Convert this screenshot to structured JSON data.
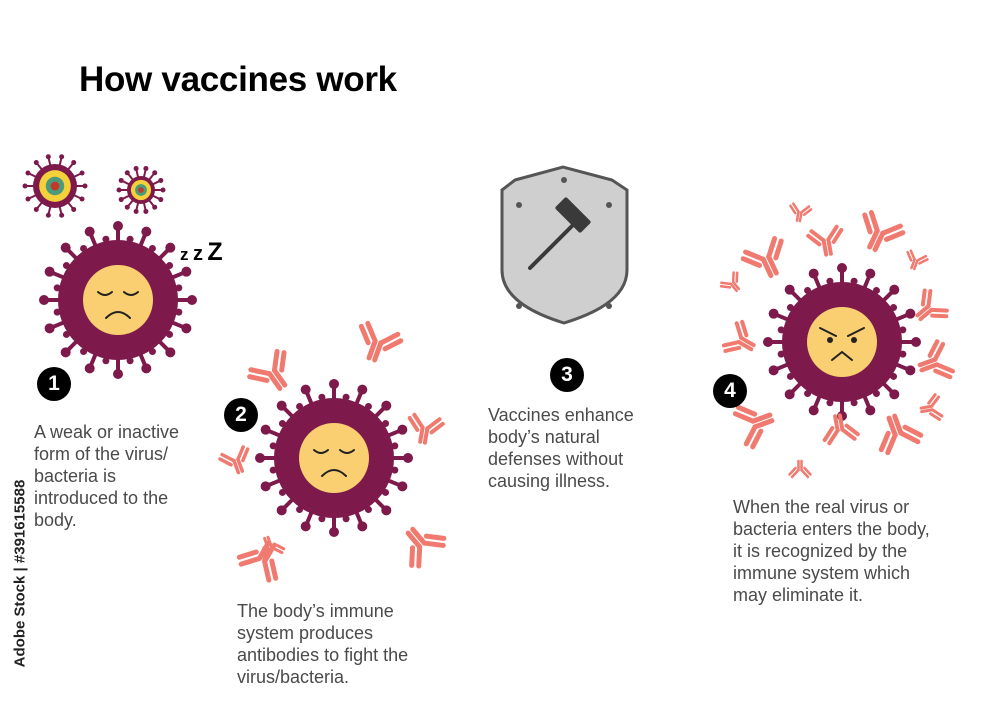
{
  "title": "How vaccines work",
  "steps": [
    {
      "number": "1",
      "lines": [
        "A weak or inactive",
        "form of the virus/",
        "bacteria is",
        "introduced to the",
        "body."
      ]
    },
    {
      "number": "2",
      "lines": [
        "The body’s immune",
        "system produces",
        "antibodies to fight the",
        "virus/bacteria."
      ]
    },
    {
      "number": "3",
      "lines": [
        "Vaccines enhance",
        "body’s natural",
        "defenses without",
        "causing illness."
      ]
    },
    {
      "number": "4",
      "lines": [
        "When the real virus or",
        "bacteria enters the body,",
        "it is recognized by the",
        "immune system which",
        "may eliminate it."
      ]
    }
  ],
  "sleep_letters": [
    "z",
    "z",
    "Z"
  ],
  "stock_label": "Adobe Stock | #391615588",
  "colors": {
    "virus": "#7d1a4b",
    "face": "#f9cf72",
    "antibody": "#f07a6f",
    "shield_fill": "#cfcfcf",
    "shield_stroke": "#555555",
    "hammer": "#3a3a3a",
    "small_virus_yellow": "#f4d13a",
    "small_virus_core": "#4c9a7a",
    "text": "#4a4a4a"
  },
  "icons": [
    "virus-sleeping-icon",
    "virus-sad-icon",
    "virus-angry-icon",
    "small-virus-icon",
    "antibody-icon",
    "shield-hammer-icon"
  ]
}
